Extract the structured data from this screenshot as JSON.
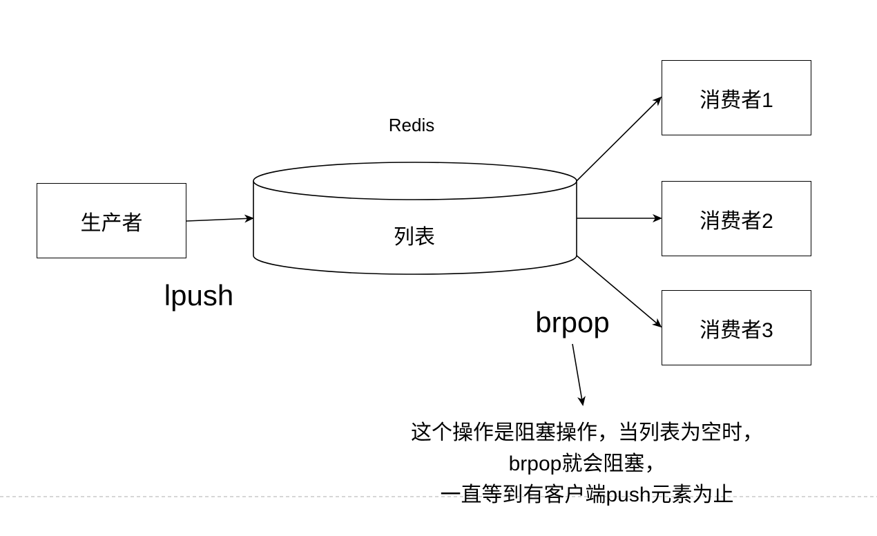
{
  "producer": {
    "label": "生产者"
  },
  "redis": {
    "title": "Redis",
    "store_label": "列表"
  },
  "consumers": [
    {
      "label": "消费者1"
    },
    {
      "label": "消费者2"
    },
    {
      "label": "消费者3"
    }
  ],
  "operations": {
    "push": "lpush",
    "pop": "brpop"
  },
  "note": {
    "lines": [
      "这个操作是阻塞操作，当列表为空时，",
      "brpop就会阻塞，",
      "一直等到有客户端push元素为止"
    ]
  },
  "colors": {
    "stroke": "#000000",
    "background": "#ffffff",
    "divider": "#c8c8c8"
  }
}
